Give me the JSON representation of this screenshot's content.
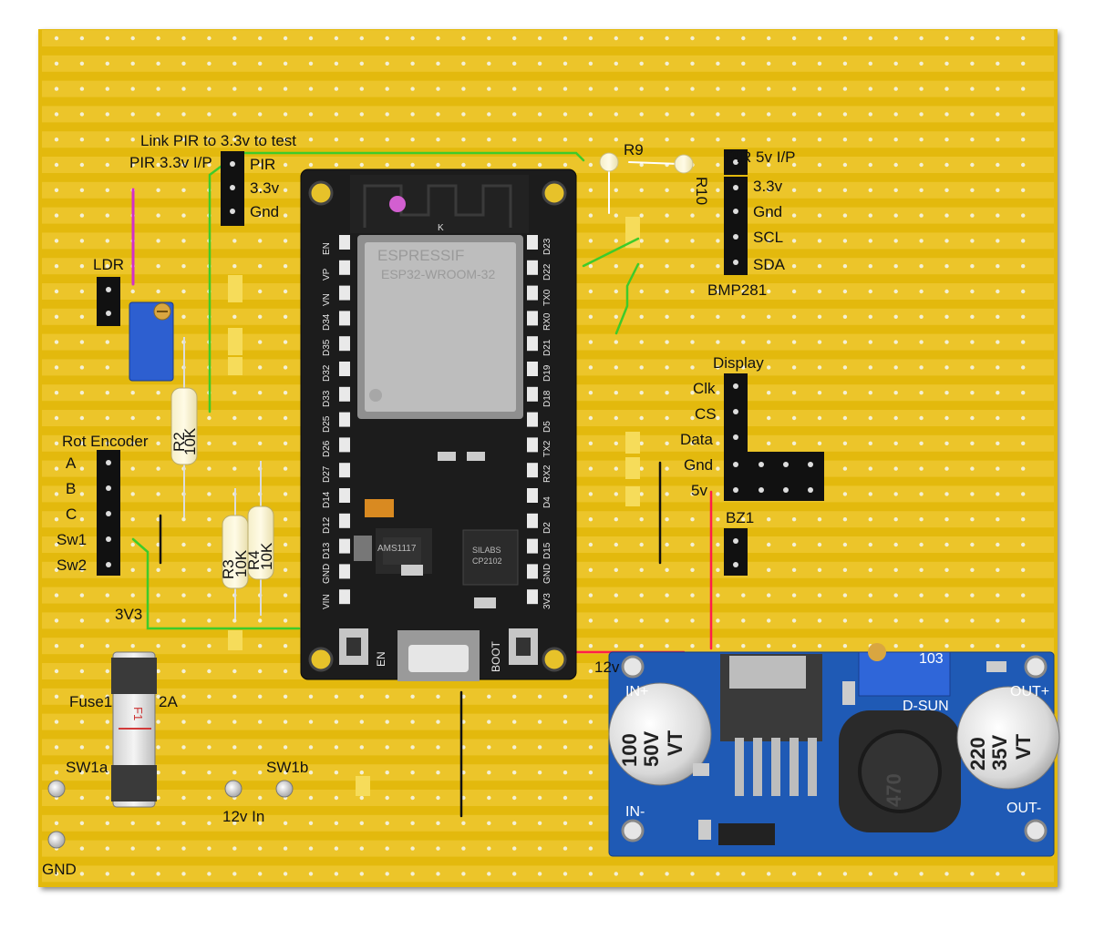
{
  "labels": {
    "link_pir": "Link PIR to 3.3v to test",
    "pir_33_ip": "PIR 3.3v I/P",
    "pir_pin": "PIR",
    "v33_left": "3.3v",
    "gnd_left": "Gnd",
    "r9": "R9",
    "r10": "R10",
    "pir_5v_ip": "PIR 5v I/P",
    "bmp_33": "3.3v",
    "bmp_gnd": "Gnd",
    "bmp_scl": "SCL",
    "bmp_sda": "SDA",
    "bmp281": "BMP281",
    "ldr": "LDR",
    "r2": "R2",
    "r2_val": "10K",
    "rot_encoder": "Rot Encoder",
    "enc_a": "A",
    "enc_b": "B",
    "enc_c": "C",
    "enc_sw1": "Sw1",
    "enc_sw2": "Sw2",
    "r3": "R3",
    "r3_val": "10K",
    "r4": "R4",
    "r4_val": "10K",
    "v3v3": "3V3",
    "fuse1": "Fuse1",
    "fuse_rating": "2A",
    "fuse_marking": "F1",
    "sw1a": "SW1a",
    "sw1b": "SW1b",
    "v12_in": "12v In",
    "gnd": "GND",
    "v12": "12v",
    "display": "Display",
    "disp_clk": "Clk",
    "disp_cs": "CS",
    "disp_data": "Data",
    "disp_gnd": "Gnd",
    "disp_5v": "5v",
    "bz1": "BZ1",
    "in_plus": "IN+",
    "in_minus": "IN-",
    "out_plus": "OUT+",
    "out_minus": "OUT-",
    "d_sun": "D-SUN",
    "cap_in_1": "100",
    "cap_in_2": "50V",
    "cap_in_3": "VT",
    "cap_out_1": "220",
    "cap_out_2": "35V",
    "cap_out_3": "VT",
    "inductor": "470",
    "trimmer": "103",
    "esp_brand": "ESPRESSIF",
    "esp_model": "ESP32-WROOM-32",
    "reg_chip": "AMS1117",
    "usb_chip_1": "SILABS",
    "usb_chip_2": "CP2102",
    "en_button": "EN",
    "boot_button": "BOOT",
    "antenna_k": "K"
  },
  "esp_pins_left": [
    "EN",
    "VP",
    "VN",
    "D34",
    "D35",
    "D32",
    "D33",
    "D25",
    "D26",
    "D27",
    "D14",
    "D12",
    "D13",
    "GND",
    "VIN"
  ],
  "esp_pins_right": [
    "D23",
    "D22",
    "TX0",
    "RX0",
    "D21",
    "D19",
    "D18",
    "D5",
    "TX2",
    "RX2",
    "D4",
    "D2",
    "D15",
    "GND",
    "3V3"
  ],
  "colors": {
    "board": "#e3b90a",
    "strip": "#ecc52a",
    "wire_green": "#3ecb2a",
    "wire_red": "#ff1d4a",
    "wire_magenta": "#d42fc8",
    "esp_pcb": "#1c1c1c",
    "buck_pcb": "#1f5ab5"
  }
}
